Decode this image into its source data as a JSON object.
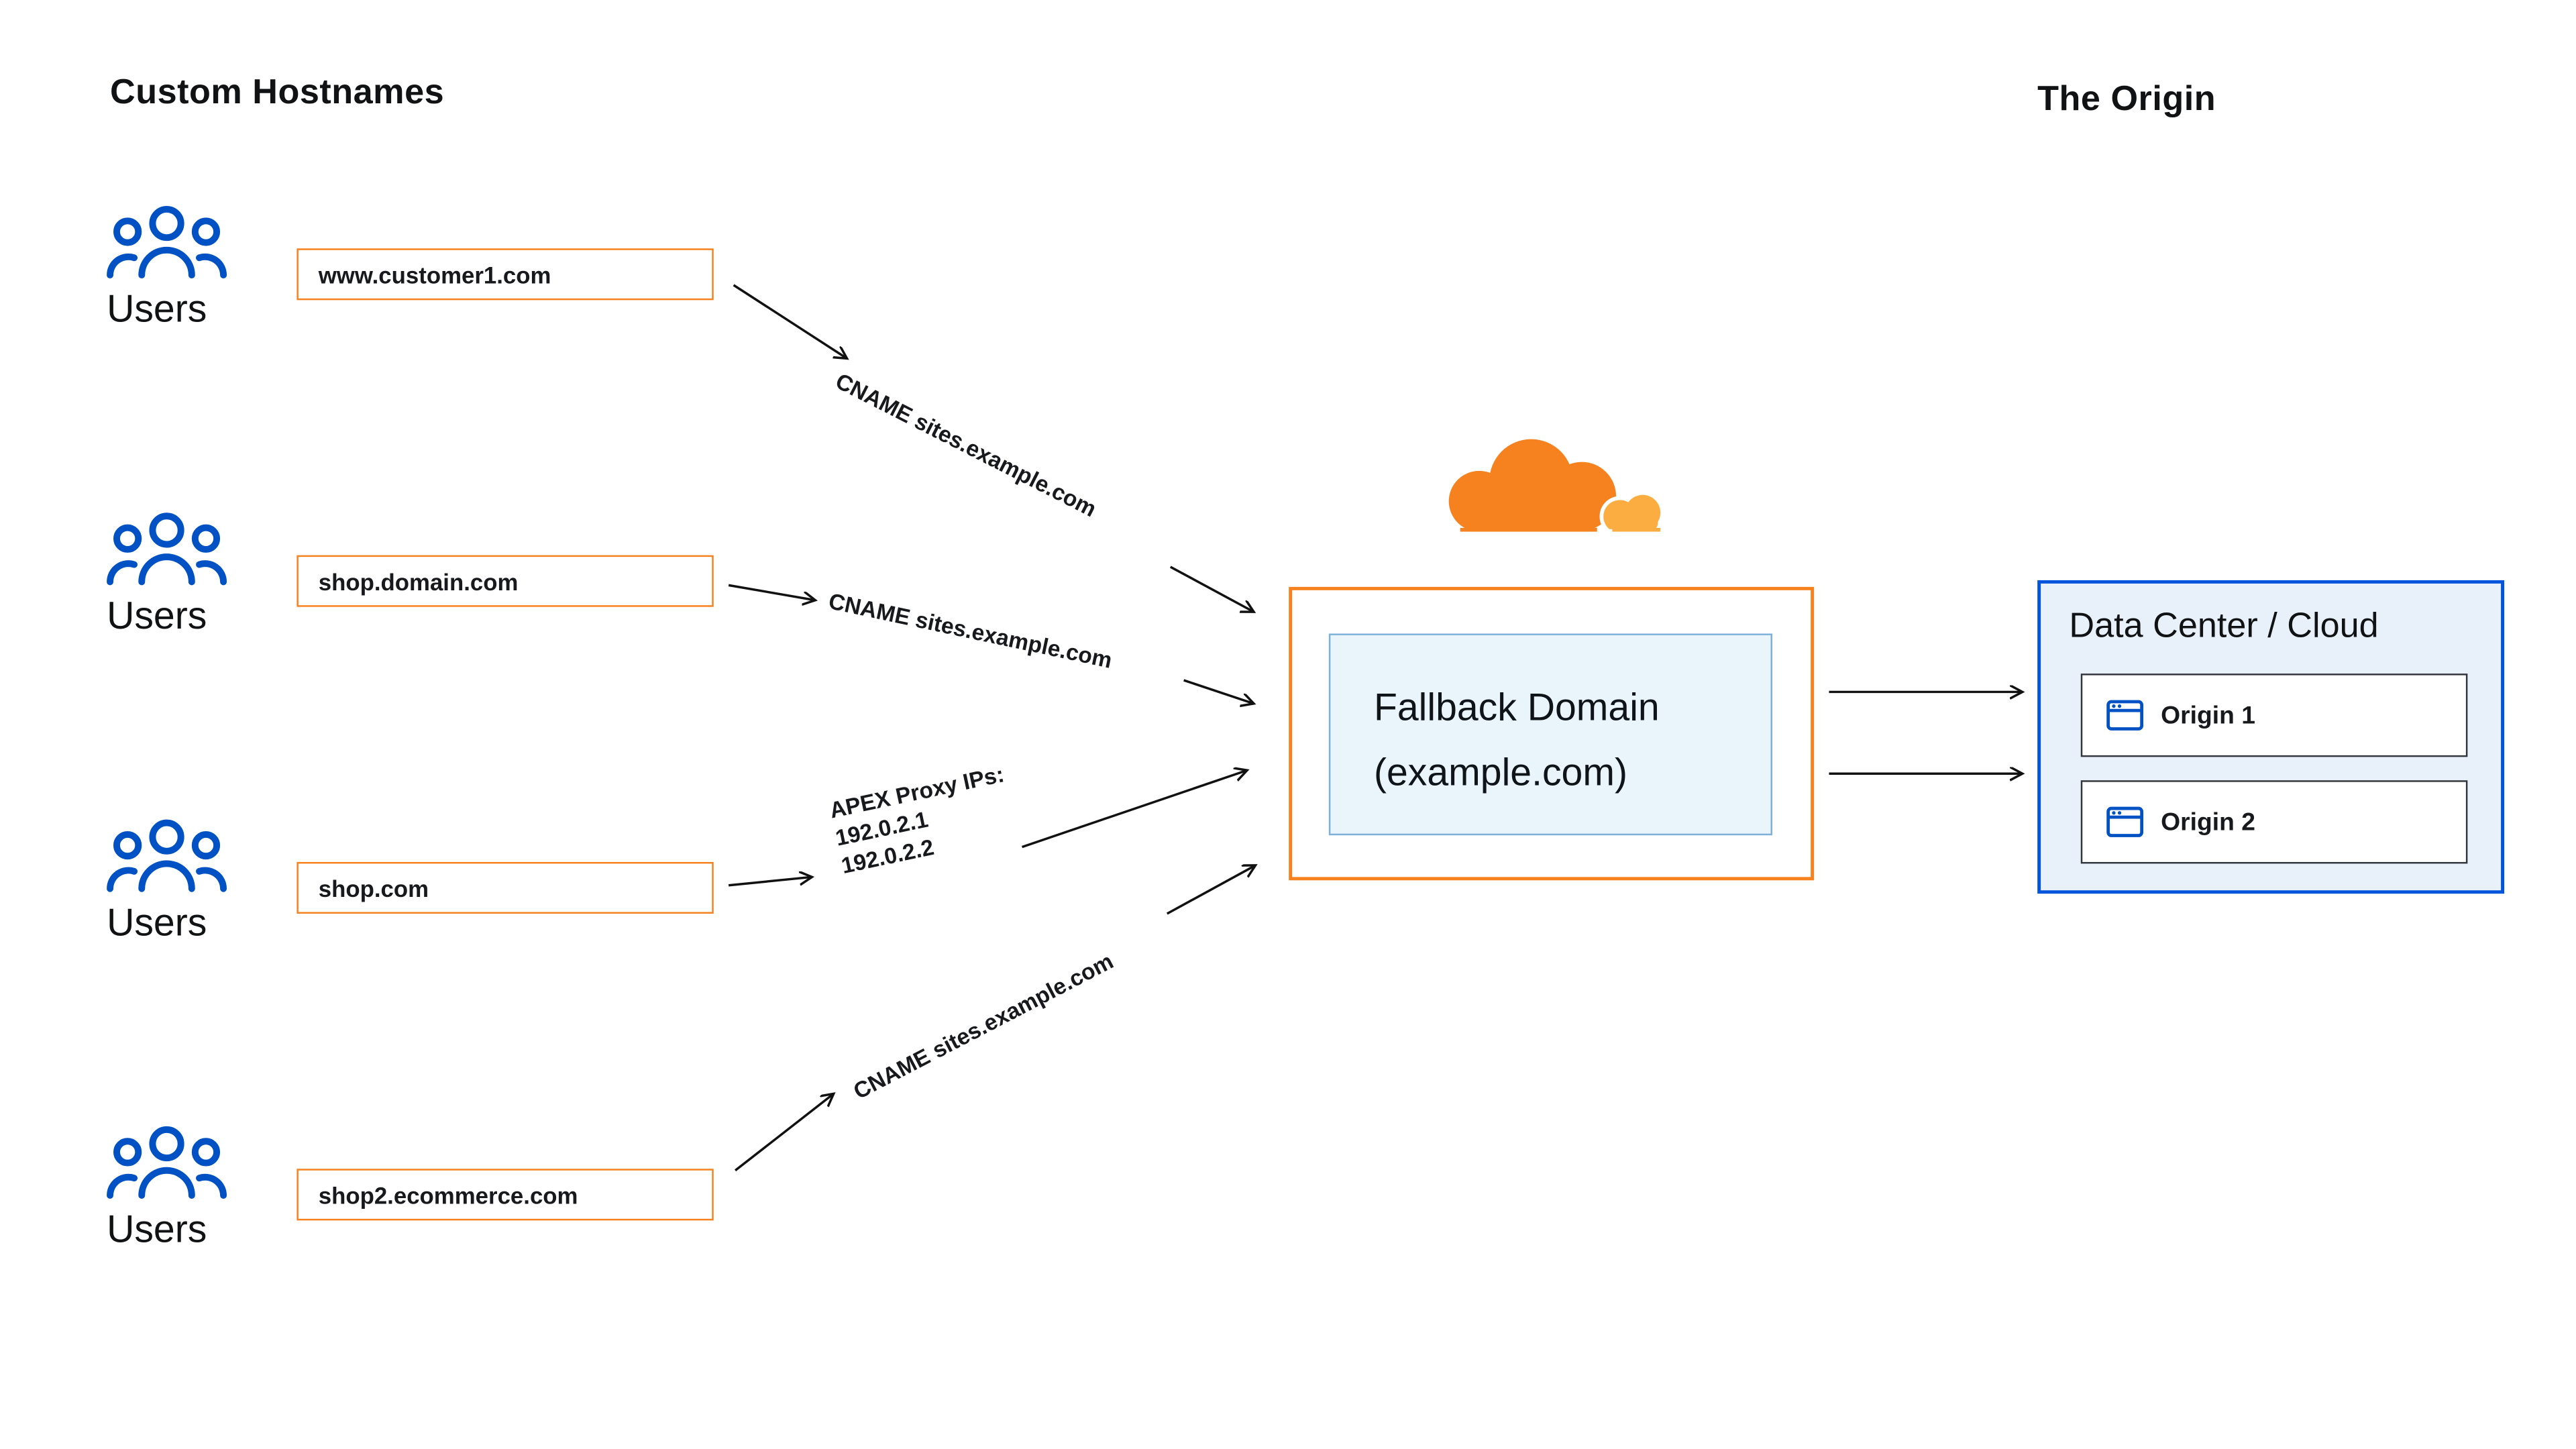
{
  "titles": {
    "left": "Custom Hostnames",
    "right": "The Origin"
  },
  "users_label": "Users",
  "hostnames": [
    {
      "label": "www.customer1.com"
    },
    {
      "label": "shop.domain.com"
    },
    {
      "label": "shop.com"
    },
    {
      "label": "shop2.ecommerce.com"
    }
  ],
  "connections": [
    {
      "lines": [
        "CNAME sites.example.com"
      ]
    },
    {
      "lines": [
        "CNAME sites.example.com"
      ]
    },
    {
      "lines": [
        "APEX Proxy IPs:",
        "192.0.2.1",
        "192.0.2.2"
      ]
    },
    {
      "lines": [
        "CNAME sites.example.com"
      ]
    }
  ],
  "fallback": {
    "line1": "Fallback Domain",
    "line2": "(example.com)"
  },
  "origin_panel": {
    "title": "Data Center / Cloud",
    "origins": [
      {
        "label": "Origin 1"
      },
      {
        "label": "Origin 2"
      }
    ]
  },
  "icons": {
    "users": "users-group-icon",
    "cloudflare": "cloudflare-logo",
    "origin": "browser-window-icon"
  },
  "colors": {
    "orange": "#F6821F",
    "cloud_orange": "#F6821F",
    "cloud_orange_light": "#FBAD41",
    "blue": "#0051C3",
    "panel_blue_border": "#0055DC",
    "panel_blue_bg": "#E8F1FA",
    "fallback_inner_bg": "#E9F4FB",
    "arrow": "#111111",
    "text": "#101214"
  }
}
